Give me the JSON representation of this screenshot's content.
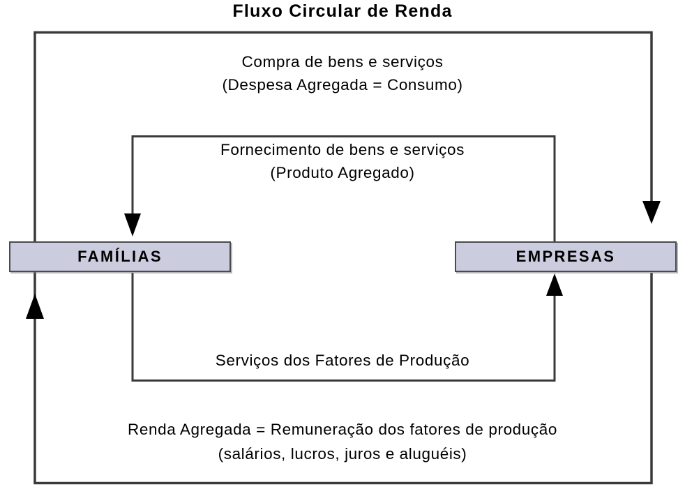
{
  "title": "Fluxo Circular de Renda",
  "nodes": [
    {
      "id": "familias",
      "label": "FAMÍLIAS"
    },
    {
      "id": "empresas",
      "label": "EMPRESAS"
    }
  ],
  "flows": [
    {
      "id": "consumo",
      "from": "familias",
      "to": "empresas",
      "line1": "Compra de bens e serviços",
      "line2": "(Despesa Agregada = Consumo)"
    },
    {
      "id": "produto",
      "from": "empresas",
      "to": "familias",
      "line1": "Fornecimento de bens e serviços",
      "line2": "(Produto Agregado)"
    },
    {
      "id": "fatores",
      "from": "familias",
      "to": "empresas",
      "line1": "Serviços dos Fatores de Produção",
      "line2": ""
    },
    {
      "id": "renda",
      "from": "empresas",
      "to": "familias",
      "line1": "Renda Agregada = Remuneração dos fatores de produção",
      "line2": "(salários, lucros, juros e aluguéis)"
    }
  ],
  "colors": {
    "box_fill": "#ccccdf",
    "box_border": "#4a4a52",
    "line": "#3a3a3a",
    "arrow": "#000000",
    "text": "#000000",
    "background": "#ffffff"
  }
}
